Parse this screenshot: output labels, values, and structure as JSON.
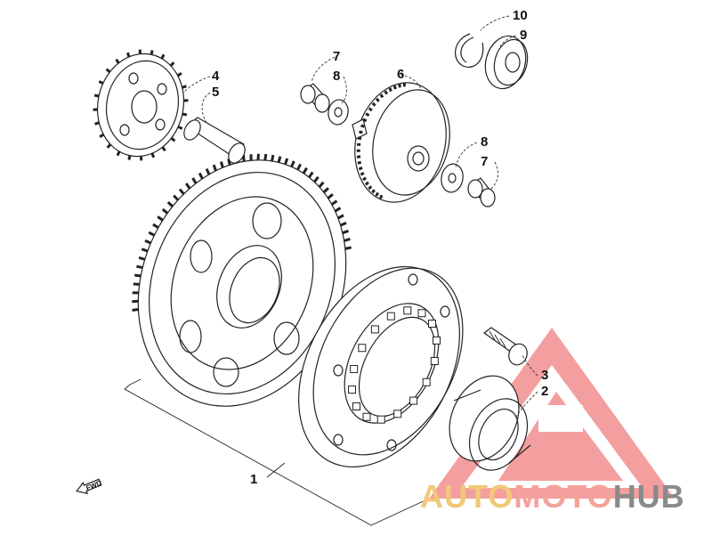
{
  "callouts": [
    {
      "id": "1",
      "label": "1"
    },
    {
      "id": "2",
      "label": "2"
    },
    {
      "id": "3",
      "label": "3"
    },
    {
      "id": "4",
      "label": "4"
    },
    {
      "id": "5",
      "label": "5"
    },
    {
      "id": "6",
      "label": "6"
    },
    {
      "id": "7a",
      "label": "7"
    },
    {
      "id": "8a",
      "label": "8"
    },
    {
      "id": "8b",
      "label": "8"
    },
    {
      "id": "7b",
      "label": "7"
    },
    {
      "id": "9",
      "label": "9"
    },
    {
      "id": "10",
      "label": "10"
    }
  ],
  "direction_marker": {
    "label": "FWD"
  },
  "watermark": {
    "part1": "AUTO",
    "part2": "MOTO",
    "part3": "HUB",
    "colors": {
      "auto": "#f2c879",
      "moto": "#f3a39a",
      "hub": "#8a8a8a",
      "triangle": "#f07f7f"
    }
  }
}
